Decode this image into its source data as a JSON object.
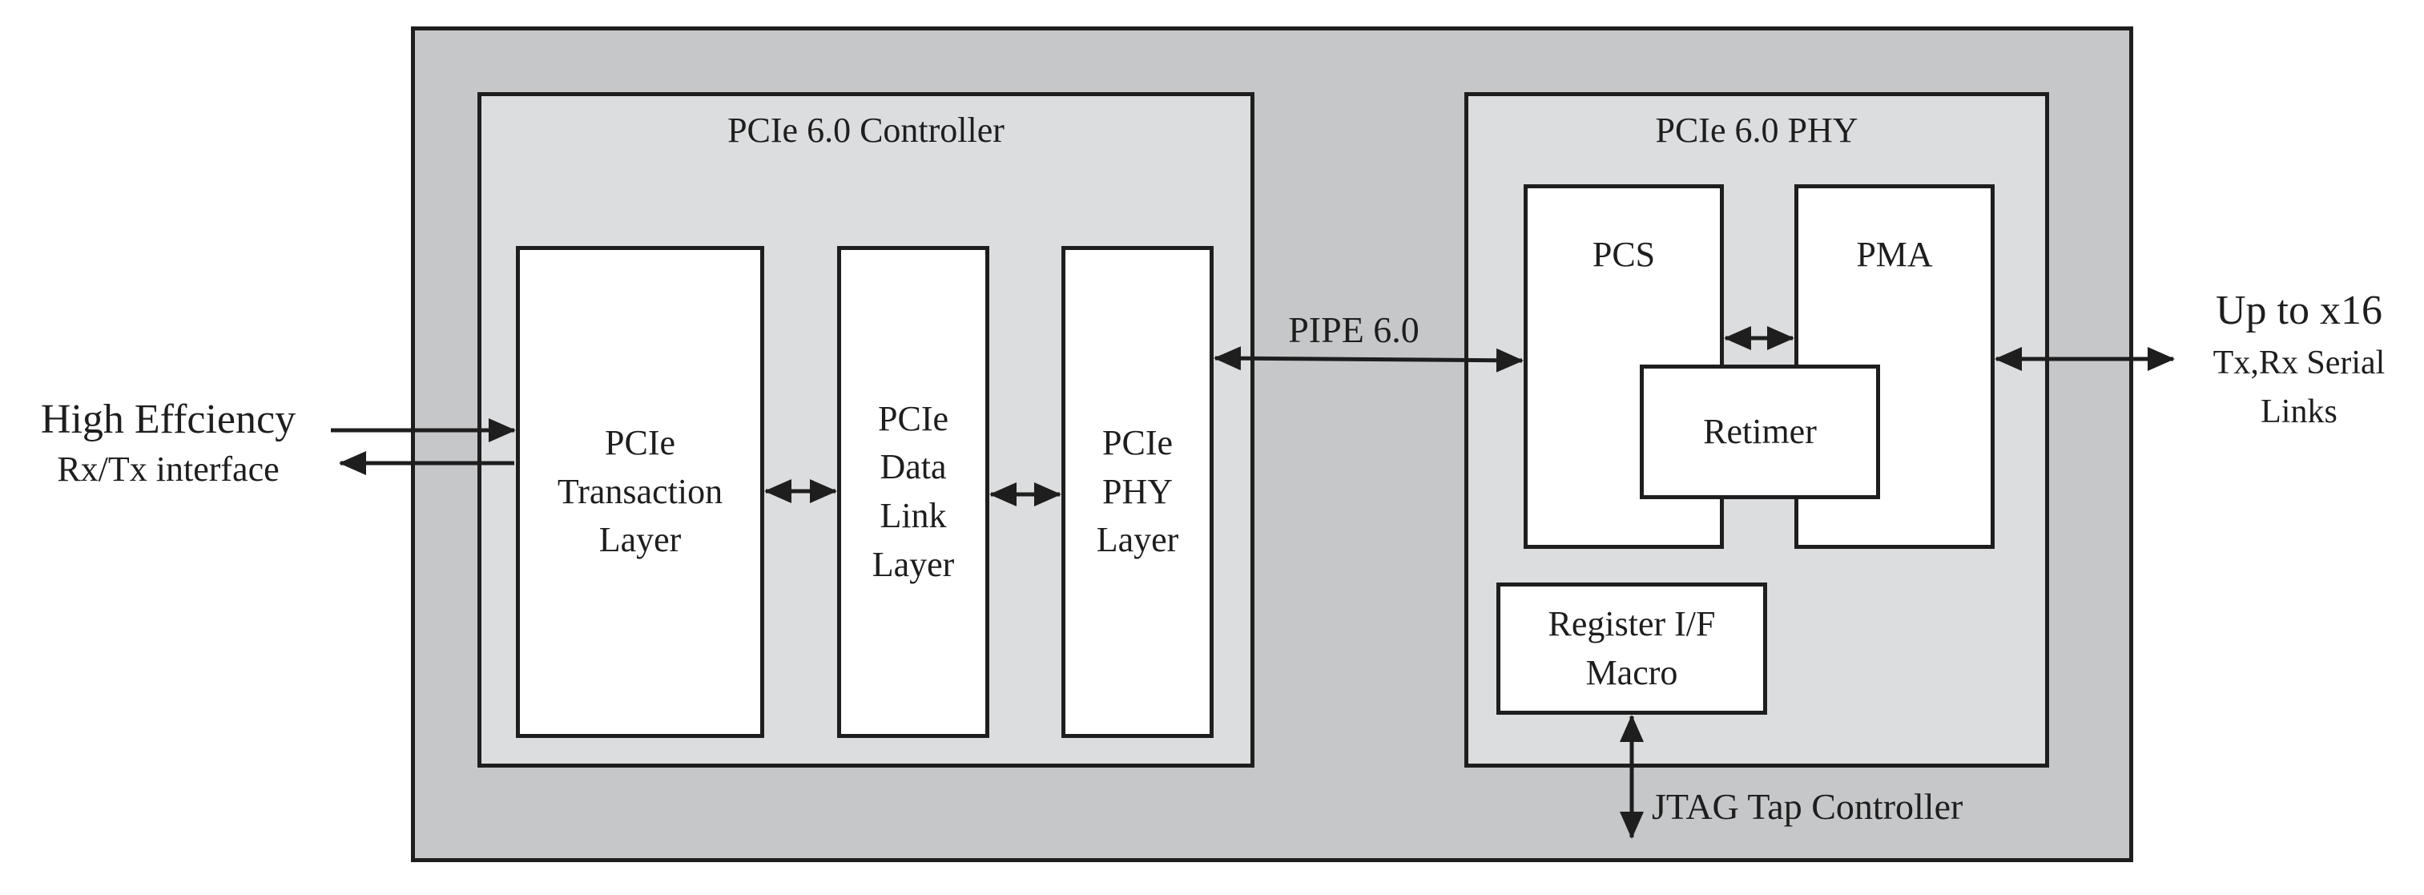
{
  "controller": {
    "title": "PCIe 6.0 Controller",
    "transaction_layer": [
      "PCIe",
      "Transaction",
      "Layer"
    ],
    "data_link_layer": [
      "PCIe",
      "Data",
      "Link",
      "Layer"
    ],
    "phy_layer": [
      "PCIe",
      "PHY",
      "Layer"
    ]
  },
  "phy": {
    "title": "PCIe 6.0 PHY",
    "pcs": "PCS",
    "pma": "PMA",
    "retimer": "Retimer",
    "register_macro": [
      "Register I/F",
      "Macro"
    ]
  },
  "interface": {
    "pipe": "PIPE 6.0",
    "left_line1": "High Effciency",
    "left_line2": "Rx/Tx interface",
    "right_line1": "Up to x16",
    "right_line2": "Tx,Rx Serial",
    "right_line3": "Links",
    "jtag": "JTAG Tap Controller"
  }
}
